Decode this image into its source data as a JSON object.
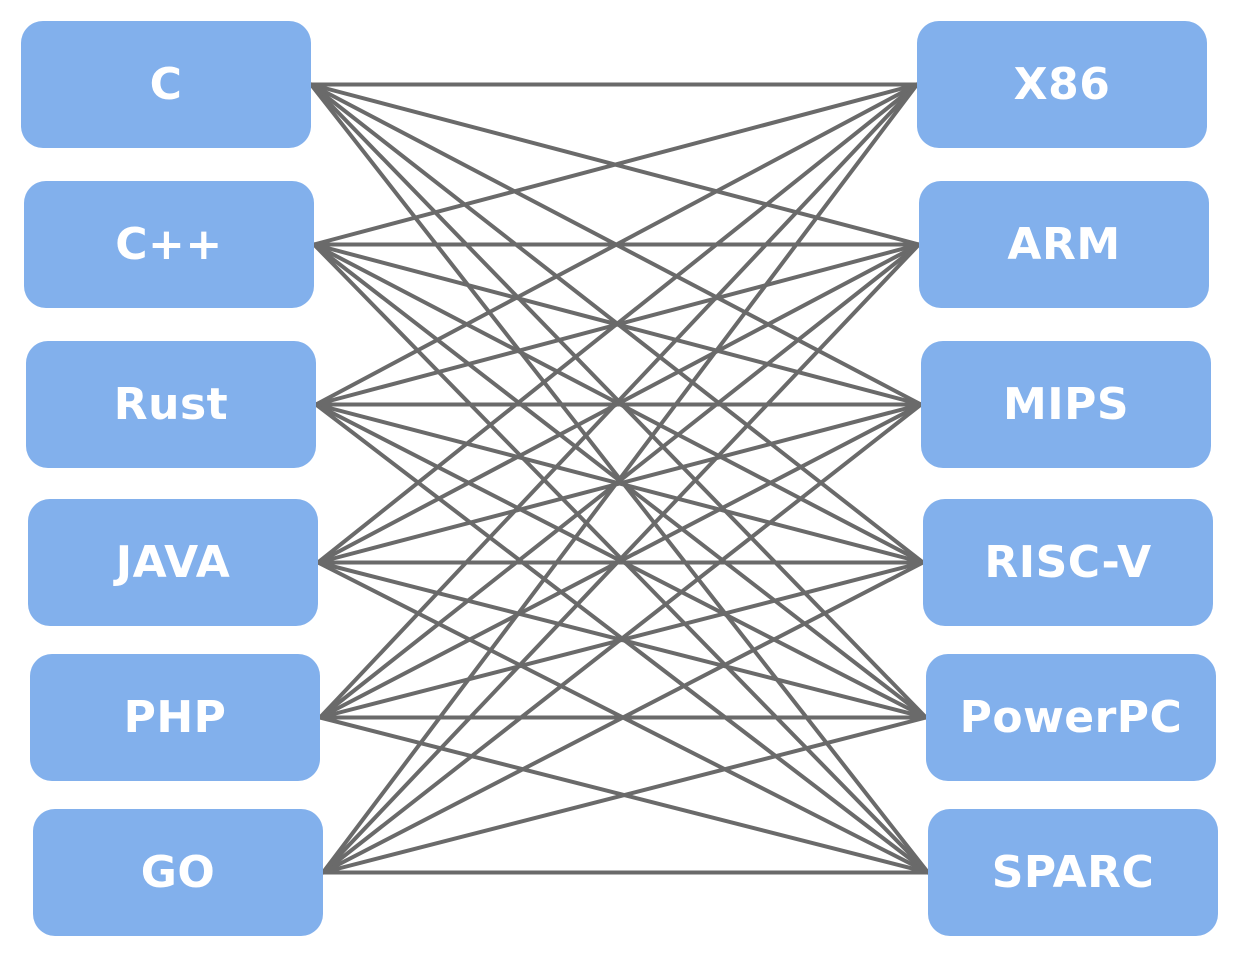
{
  "diagram": {
    "languages": [
      "C",
      "C++",
      "Rust",
      "JAVA",
      "PHP",
      "GO"
    ],
    "architectures": [
      "X86",
      "ARM",
      "MIPS",
      "RISC-V",
      "PowerPC",
      "SPARC"
    ],
    "connections": "all-to-all",
    "colors": {
      "node_fill": "#82b0ec",
      "node_text": "#ffffff",
      "edge": "#6a6a6a",
      "background": "#ffffff"
    }
  }
}
